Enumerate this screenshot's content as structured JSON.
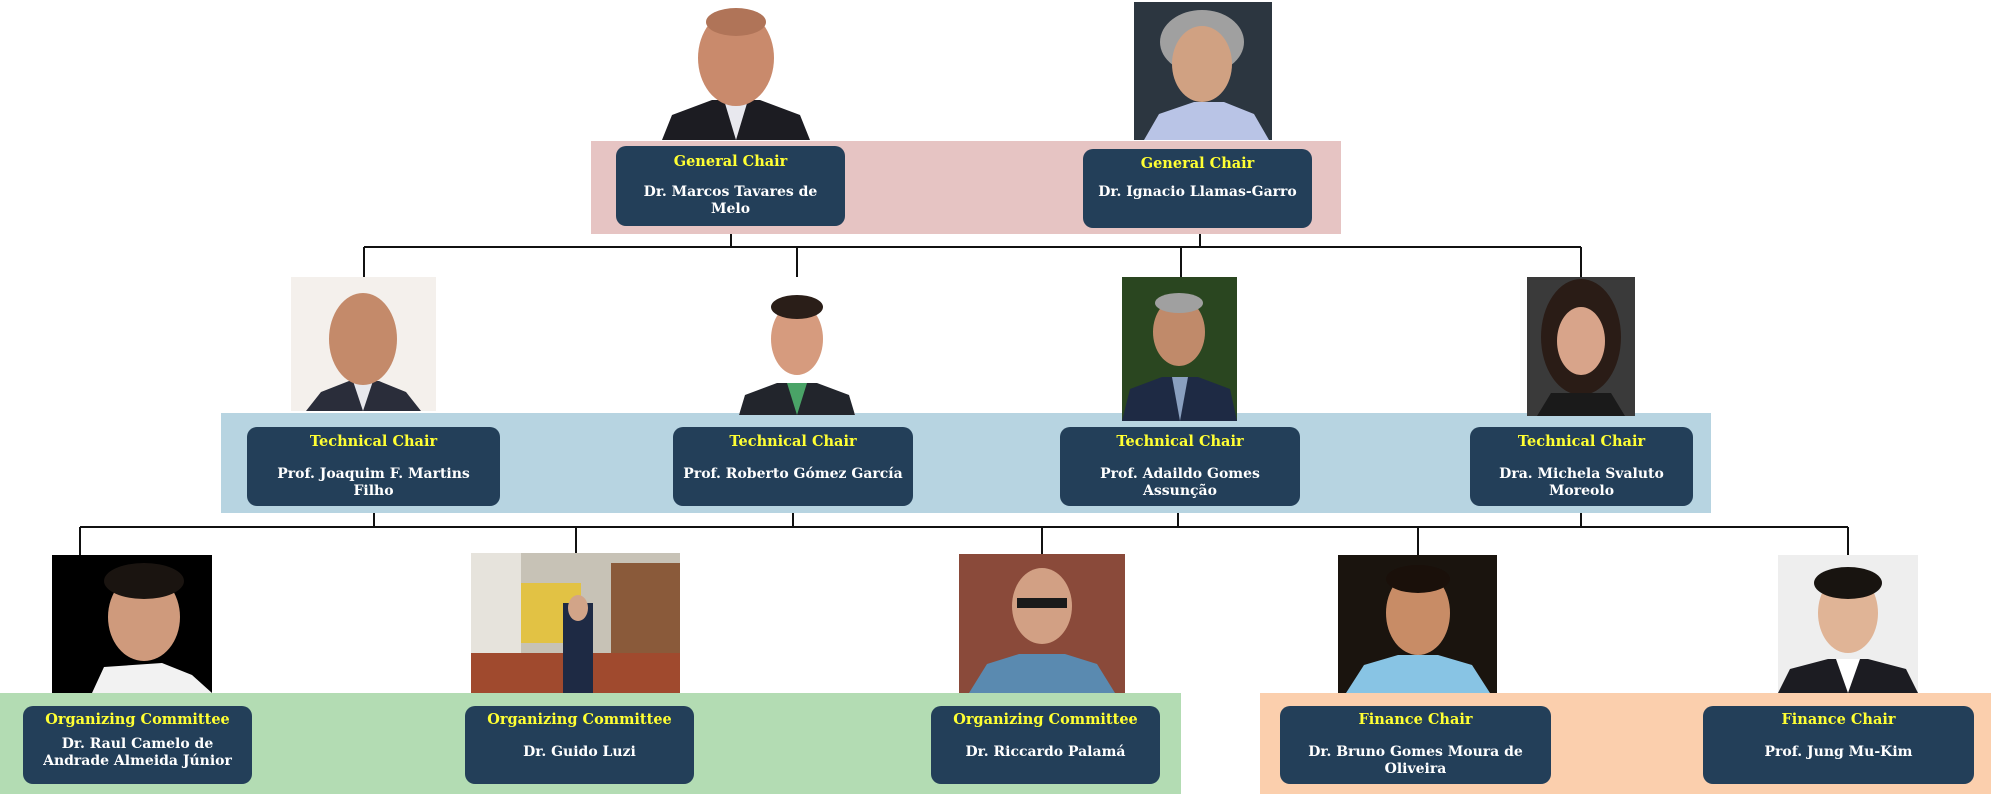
{
  "general_chairs": [
    {
      "role": "General Chair",
      "name": "Dr. Marcos Tavares de Melo",
      "photo": "bald-man-suit-portrait"
    },
    {
      "role": "General Chair",
      "name": "Dr. Ignacio Llamas-Garro",
      "photo": "grey-hair-man-portrait"
    }
  ],
  "technical_chairs": [
    {
      "role": "Technical Chair",
      "name": "Prof. Joaquim F. Martins Filho",
      "photo": "bald-man-portrait"
    },
    {
      "role": "Technical Chair",
      "name": "Prof. Roberto Gómez García",
      "photo": "man-green-tie-portrait"
    },
    {
      "role": "Technical Chair",
      "name": "Prof. Adaildo Gomes Assunção",
      "photo": "man-glasses-striped-tie-portrait"
    },
    {
      "role": "Technical Chair",
      "name": "Dra. Michela Svaluto Moreolo",
      "photo": "woman-smiling-portrait"
    }
  ],
  "organizing_committee": [
    {
      "role": "Organizing Committee",
      "name": "Dr. Raul Camelo de Andrade Almeida Júnior",
      "photo": "curly-hair-man-portrait"
    },
    {
      "role": "Organizing Committee",
      "name": "Dr. Guido Luzi",
      "photo": "man-outdoor-building-portrait"
    },
    {
      "role": "Organizing Committee",
      "name": "Dr. Riccardo Palamá",
      "photo": "bald-man-glasses-portrait"
    }
  ],
  "finance_chairs": [
    {
      "role": "Finance Chair",
      "name": "Dr. Bruno Gomes Moura de Oliveira",
      "photo": "smiling-man-blue-shirt-portrait"
    },
    {
      "role": "Finance Chair",
      "name": "Prof. Jung Mu-Kim",
      "photo": "man-glasses-suit-portrait"
    }
  ],
  "colors": {
    "card_bg": "#233f59",
    "role_text": "#ffff33",
    "name_text": "#ffffff",
    "general_band": "#e6c4c3",
    "technical_band": "#b7d4e1",
    "organizing_band": "#b3dcb3",
    "finance_band": "#fbcfad"
  }
}
